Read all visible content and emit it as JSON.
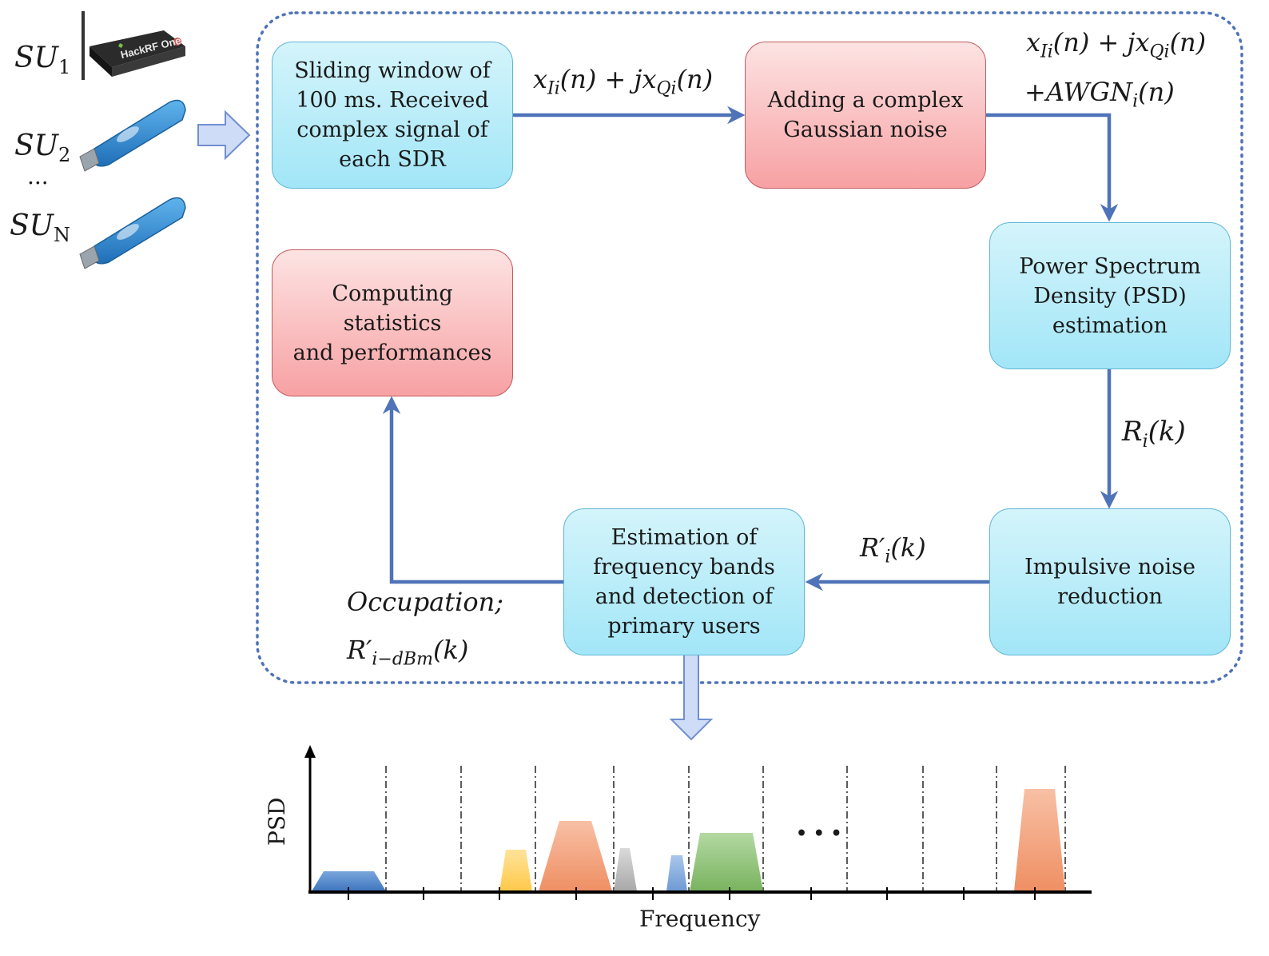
{
  "devices": {
    "su1": {
      "base": "SU",
      "sub": "1",
      "icon": "hackrf-one-sdr-icon",
      "brand_text": "HackRF One"
    },
    "su2": {
      "base": "SU",
      "sub": "2",
      "icon": "usb-sdr-dongle-icon"
    },
    "ellipsis": "...",
    "suN": {
      "base": "SU",
      "sub": "N",
      "icon": "usb-sdr-dongle-icon"
    }
  },
  "boxes": {
    "sliding_window": "Sliding window of\n100 ms. Received\ncomplex signal of\neach SDR",
    "adding_noise": "Adding a complex\nGaussian noise",
    "psd_estimation": "Power Spectrum\nDensity (PSD)\nestimation",
    "impulsive_noise": "Impulsive noise\nreduction",
    "estimation_bands": "Estimation of\nfrequency bands\nand detection of\nprimary users",
    "computing_stats": "Computing\nstatistics\nand performances"
  },
  "edge_labels": {
    "signal_in": {
      "x": "x",
      "x_sub": "Ii",
      "n1": "(n) + jx",
      "q_sub": "Qi",
      "n2": "(n)"
    },
    "signal_noise_line1": {
      "x": "x",
      "x_sub": "Ii",
      "n1": "(n) + jx",
      "q_sub": "Qi",
      "n2": "(n)"
    },
    "signal_noise_line2": {
      "prefix": "+AWGN",
      "sub": "i",
      "suffix": "(n)"
    },
    "ri_k": {
      "base": "R",
      "sub": "i",
      "suffix": "(k)"
    },
    "ri_prime_k": {
      "base": "R′",
      "sub": "i",
      "suffix": "(k)"
    },
    "occupation": "Occupation;",
    "ri_dbm": {
      "base": "R′",
      "sub": "i−dBm",
      "suffix": "(k)"
    }
  },
  "chart_data": {
    "type": "area",
    "ylabel": "PSD",
    "xlabel": "Frequency",
    "bands": [
      {
        "shape": "trapezoid",
        "color": "#4a7fc1"
      },
      {
        "shape": "trapezoid",
        "color": "#ffd36b"
      },
      {
        "shape": "trapezoid",
        "color": "#f3a07c"
      },
      {
        "shape": "trapezoid",
        "color": "#bdbdbd"
      },
      {
        "shape": "trapezoid",
        "color": "#8fb3e0"
      },
      {
        "shape": "trapezoid",
        "color": "#8fc47a"
      },
      {
        "shape": "trapezoid",
        "color": "#f3a07c"
      }
    ],
    "ellipsis": "• • •"
  },
  "colors": {
    "arrow": "#4f73b8",
    "dotted_border": "#4f73b8",
    "blue_box": "#a2e6f7",
    "red_box": "#f7a1a3",
    "hollow_arrow": "#c9d9f5"
  }
}
